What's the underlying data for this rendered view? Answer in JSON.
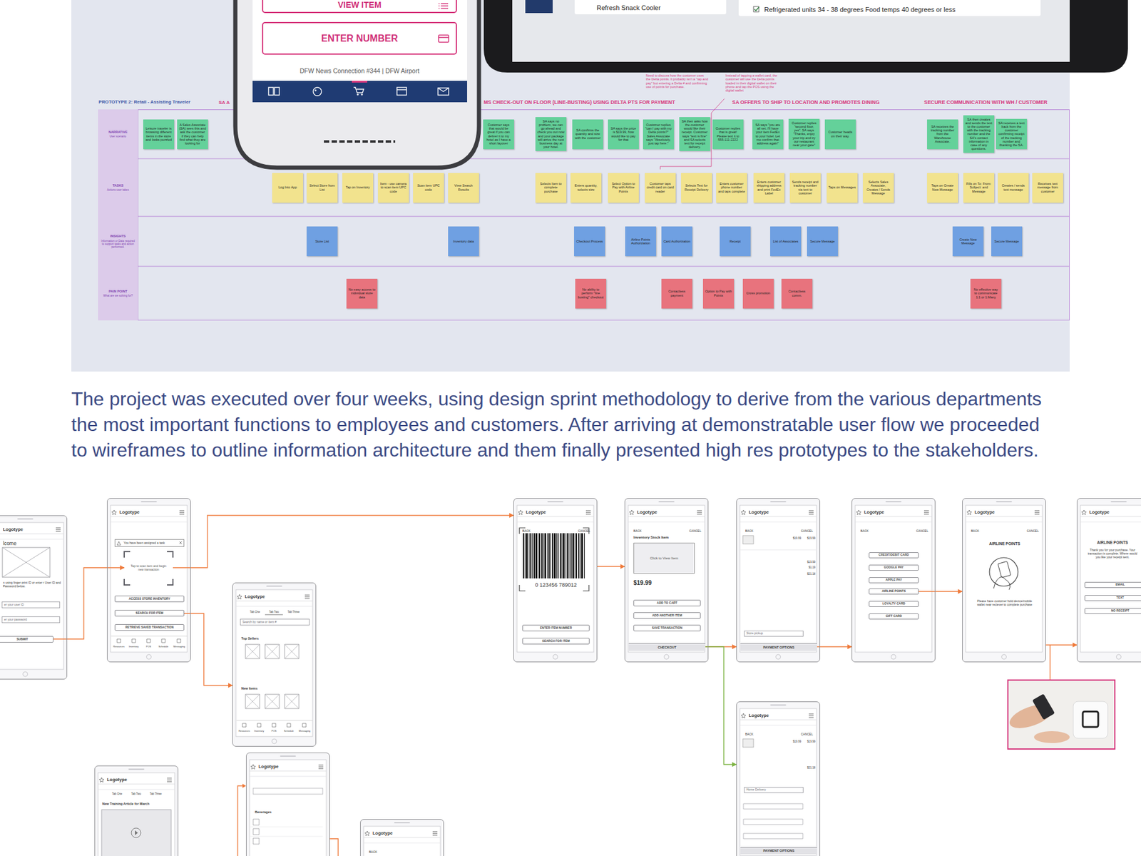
{
  "diagram": {
    "nodes": [
      {
        "text": [
          "VIEW ITEM"
        ]
      },
      {
        "text": [
          "ENTER NUMBER"
        ]
      },
      {
        "text": [
          "NARRATIVE",
          "User scenario"
        ]
      },
      {
        "text": [
          "TASKS",
          "Actions user takes"
        ]
      },
      {
        "text": [
          "INSIGHTS",
          "Information or Data required to support tasks and action performed."
        ]
      },
      {
        "text": [
          "PAIN POINT",
          "What are we solving for?"
        ]
      },
      {
        "text": [
          "Leisure traveler is browsing different items in the store and looks puzzled"
        ]
      },
      {
        "text": [
          "A Sales Associate (SA) sees this and ask the customer if they can help find what they are looking for"
        ]
      },
      {
        "text": [
          "Customer says that would be great if you can deliver it to my hotel as I have a short layover"
        ]
      },
      {
        "text": [
          "SA says no problem, we can go ahead and check you out now and your package will arrive the next business day at your hotel."
        ]
      },
      {
        "text": [
          "SA confirms the quantity and size with the customer"
        ]
      },
      {
        "text": [
          "SA says the price is $19.99, how would like to pay for that"
        ]
      },
      {
        "text": [
          "Customer replies \"can I pay with my Delta points?\" Sales Associate says \"Absolutely, just tap here.\""
        ]
      },
      {
        "text": [
          "SA then asks how the customer would like their receipt. Customer says \"text is fine\" and SA selects text for receipt delivery."
        ]
      },
      {
        "text": [
          "Customer replies that is great! Please text it to 555-111-2222"
        ]
      },
      {
        "text": [
          "SA says \"you are all set. I'll have your item FedEx to your hotel. Let me confirm that address again\""
        ]
      },
      {
        "text": [
          "Customer replies \"second floor, yes\". SA says \"Thanks, enjoy your trip and try our restaurant near your gate\""
        ]
      },
      {
        "text": [
          "Customer heads on their way."
        ]
      },
      {
        "text": [
          "SA receives the tracking number from the Warehouse Associate."
        ]
      },
      {
        "text": [
          "SA then creates and sends the text to the customer with the tracking number and the SA's contact information in case of any questions."
        ]
      },
      {
        "text": [
          "SA receives a text back from the customer confirming receipt of the tracking number and thanking the SA."
        ]
      },
      {
        "text": [
          "Log Into App"
        ]
      },
      {
        "text": [
          "Select Store from List"
        ]
      },
      {
        "text": [
          "Tap on Inventory"
        ]
      },
      {
        "text": [
          "Item - use camera to scan item UPC code"
        ]
      },
      {
        "text": [
          "Scan item UPC code"
        ]
      },
      {
        "text": [
          "View Search Results"
        ]
      },
      {
        "text": [
          "Selects Item to complete purchase"
        ]
      },
      {
        "text": [
          "Enters quantity, selects size"
        ]
      },
      {
        "text": [
          "Select Option to Pay with Airline Points"
        ]
      },
      {
        "text": [
          "Customer taps credit card on card reader"
        ]
      },
      {
        "text": [
          "Selects Text for Receipt Delivery"
        ]
      },
      {
        "text": [
          "Enters customer phone number and taps complete"
        ]
      },
      {
        "text": [
          "Enters customer shipping address and print FedEx Label"
        ]
      },
      {
        "text": [
          "Sends receipt and tracking number via text to customer"
        ]
      },
      {
        "text": [
          "Taps on Messages"
        ]
      },
      {
        "text": [
          "Selects Sales Associate, Creates / Sends Message"
        ]
      },
      {
        "text": [
          "Taps on Create New Message"
        ]
      },
      {
        "text": [
          "Fills on To: From: Subject: and Message"
        ]
      },
      {
        "text": [
          "Creates / sends text message"
        ]
      },
      {
        "text": [
          "Receives text message from customer"
        ]
      },
      {
        "text": [
          "Store List"
        ]
      },
      {
        "text": [
          "Inventory data"
        ]
      },
      {
        "text": [
          "Checkout Process"
        ]
      },
      {
        "text": [
          "Airline Points Authorization"
        ]
      },
      {
        "text": [
          "Card Authorization"
        ]
      },
      {
        "text": [
          "Receipt"
        ]
      },
      {
        "text": [
          "List of Associates"
        ]
      },
      {
        "text": [
          "Secure Message"
        ]
      },
      {
        "text": [
          "Create New Message"
        ]
      },
      {
        "text": [
          "Secure Message"
        ]
      },
      {
        "text": [
          "No easy access to individual store data"
        ]
      },
      {
        "text": [
          "No ability to perform \"line busting\" checkout"
        ]
      },
      {
        "text": [
          "Contactless payment"
        ]
      },
      {
        "text": [
          "Option to Pay with Points"
        ]
      },
      {
        "text": [
          "Cross promotion"
        ]
      },
      {
        "text": [
          "Contactless comm."
        ]
      },
      {
        "text": [
          "No effective way to communicate 1:1 or 1:Many"
        ]
      },
      {
        "text": [
          "Logotype",
          "lcome",
          "n using finger print ID or enter r User ID and Password below."
        ]
      },
      {
        "text": [
          "er your user ID"
        ],
        "in": 58
      },
      {
        "text": [
          "er your password"
        ],
        "in": 58
      },
      {
        "text": [
          "SUBMIT"
        ],
        "in": 58
      },
      {
        "text": [
          "Logotype",
          "Resources",
          "Inventory",
          "POS",
          "Schedule",
          "Messaging"
        ]
      },
      {
        "text": [
          "You have been assigned a task"
        ],
        "in": 62
      },
      {
        "text": [
          "Tap to scan item and begin new transaction"
        ],
        "in": 62
      },
      {
        "text": [
          "ACCESS STORE INVENTORY"
        ],
        "in": 62
      },
      {
        "text": [
          "SEARCH FOR ITEM"
        ],
        "in": 62
      },
      {
        "text": [
          "RETRIEVE SAVED TRANSACTION"
        ],
        "in": 62
      },
      {
        "text": [
          "Logotype",
          "Tab One",
          "Tab Two",
          "Tab Three",
          "Top Sellers",
          "New Items",
          "Resources",
          "Inventory",
          "POS",
          "Schedule",
          "Messaging"
        ]
      },
      {
        "text": [
          "Search by name or item #"
        ],
        "in": 68
      },
      {
        "text": [
          "Logotype",
          "BACK",
          "CANCEL",
          "0 123456 789012"
        ]
      },
      {
        "text": [
          "ENTER ITEM NUMBER"
        ],
        "in": 70
      },
      {
        "text": [
          "SEARCH FOR ITEM"
        ],
        "in": 70
      },
      {
        "text": [
          "Logotype",
          "BACK",
          "CANCEL",
          "Inventory Stock Item",
          "$19.99"
        ]
      },
      {
        "text": [
          "Click to View Item"
        ],
        "in": 73
      },
      {
        "text": [
          "ADD TO CART"
        ],
        "in": 73
      },
      {
        "text": [
          "ADD ANOTHER ITEM"
        ],
        "in": 73
      },
      {
        "text": [
          "SAVE TRANSACTION"
        ],
        "in": 73
      },
      {
        "text": [
          "CHECKOUT"
        ],
        "in": 73
      },
      {
        "text": [
          "Logotype",
          "BACK",
          "CANCEL",
          "$19.99",
          "$19.99",
          "$19.99",
          "$1.19",
          "$21.18"
        ]
      },
      {
        "text": [
          "Store pickup"
        ],
        "in": 79
      },
      {
        "text": [
          "PAYMENT OPTIONS"
        ],
        "in": 79
      },
      {
        "text": [
          "Logotype",
          "BACK",
          "CANCEL"
        ]
      },
      {
        "text": [
          "CREDIT/DEBIT CARD"
        ],
        "in": 82
      },
      {
        "text": [
          "GOOGLE PAY"
        ],
        "in": 82
      },
      {
        "text": [
          "APPLE PAY"
        ],
        "in": 82
      },
      {
        "text": [
          "AIRLINE POINTS"
        ],
        "in": 82
      },
      {
        "text": [
          "LOYALTY CARD"
        ],
        "in": 82
      },
      {
        "text": [
          "GIFT CARD"
        ],
        "in": 82
      },
      {
        "text": [
          "Logotype",
          "BACK",
          "CANCEL",
          "AIRLINE POINTS",
          "Please have customer hold device/mobile wallet near reciever to complete purchase"
        ]
      },
      {
        "text": [
          "Logotype",
          "AIRLINE POINTS",
          "Thank you for your purchase. Your transaction is complete. Where would you like your receipt sent."
        ]
      },
      {
        "text": [
          "EMAIL"
        ],
        "in": 90
      },
      {
        "text": [
          "TEXT"
        ],
        "in": 90
      },
      {
        "text": [
          "NO RECEIPT"
        ],
        "in": 90
      },
      {
        "text": [
          "Logotype",
          "BACK",
          "CANCEL",
          "$19.99",
          "$19.99",
          "$21.18"
        ]
      },
      {
        "text": [
          "Home Delivery"
        ],
        "in": 94
      },
      {
        "text": [
          "PAYMENT OPTIONS"
        ],
        "in": 94
      },
      {
        "text": [
          "Logotype",
          "Tab One",
          "Tab Two",
          "Tab Three",
          "New Training Article for March"
        ]
      },
      {
        "text": [
          "Logotype",
          "Beverages"
        ]
      },
      {
        "text": [
          "Logotype",
          "BACK"
        ]
      }
    ],
    "edges": [
      {
        "from": 61,
        "to": 64,
        "arrow": "to"
      },
      {
        "from": 64,
        "to": 70,
        "arrow": "to"
      },
      {
        "from": 66,
        "to": 68,
        "arrow": "to"
      },
      {
        "from": 70,
        "to": 73,
        "arrow": "to"
      },
      {
        "from": 78,
        "to": 79,
        "arrow": "to"
      },
      {
        "from": 78,
        "to": 94,
        "arrow": "to"
      },
      {
        "from": 81,
        "to": 82,
        "arrow": "to"
      },
      {
        "from": 86,
        "to": 89,
        "arrow": "to"
      },
      {
        "from": 89,
        "to": 90,
        "arrow": "to"
      }
    ],
    "labels": [
      "DFW News Connection #344 | DFW Airport",
      "Refresh Snack Cooler",
      "Refrigerated units 34 - 38 degrees Food temps 40 degrees or less",
      "Need to discuss how the customer uses the Delta points. It probably isn't a \"tap and pay\" but entering a Delta # and confirming use of points for purchase.",
      "Instead of tapping a wallet card, the customer will use the Delta points loaded in their digital wallet on their phone and tap the POS using the digital wallet",
      "PROTOTYPE 2: Retail - Assisting Traveler",
      "SA A",
      "MS CHECK-OUT ON FLOOR (LINE-BUSTING) USING DELTA PTS FOR PAYMENT",
      "SA OFFERS TO SHIP TO LOCATION AND PROMOTES DINING",
      "SECURE COMMUNICATION WITH WH / CUSTOMER",
      "The project was executed over four weeks, using design sprint methodology to derive from the various departments the most important functions to employees and customers. After arriving at demonstratable user flow we proceeded to wireframes to outline information architecture and them finally presented high res prototypes to the stakeholders."
    ]
  }
}
